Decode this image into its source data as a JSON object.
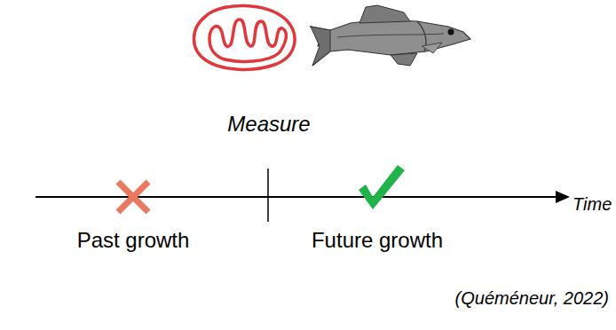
{
  "diagram": {
    "labels": [
      "Measure",
      "Time",
      "Past growth",
      "Future growth",
      "(Quéméneur, 2022)"
    ]
  }
}
